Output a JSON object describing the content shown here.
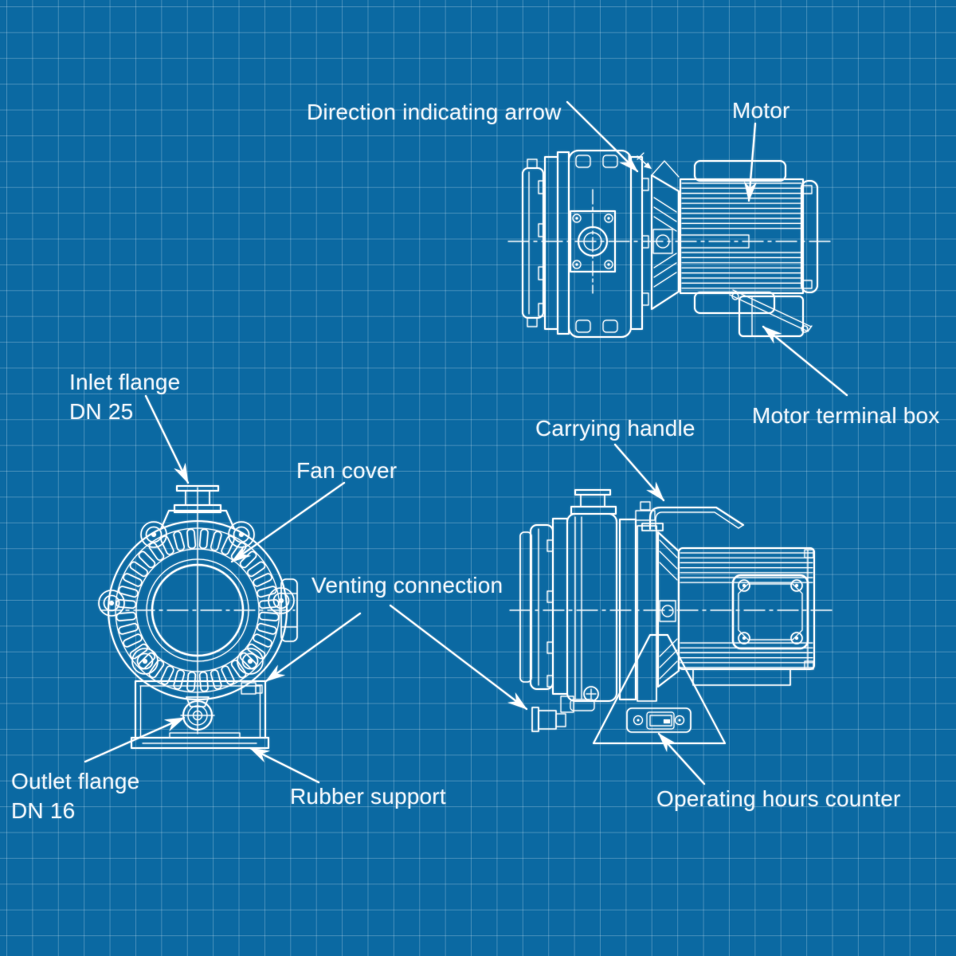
{
  "canvas": {
    "background": "#0b69a2",
    "grid_color": "rgba(222,238,248,0.28)",
    "line_color": "#ffffff",
    "text_color": "#edf4fa"
  },
  "diagram": {
    "kind": "blueprint technical drawing of a vacuum pump with motor, three views",
    "views": [
      "top view of pump and motor",
      "front view of fan cover end",
      "side view with stand and counter"
    ]
  },
  "labels": {
    "direction_indicating_arrow": "Direction indicating arrow",
    "motor": "Motor",
    "motor_terminal_box": "Motor terminal box",
    "inlet_flange_line1": "Inlet flange",
    "inlet_flange_line2": "DN 25",
    "fan_cover": "Fan cover",
    "venting_connection": "Venting connection",
    "carrying_handle": "Carrying handle",
    "outlet_flange_line1": "Outlet flange",
    "outlet_flange_line2": "DN 16",
    "rubber_support": "Rubber support",
    "operating_hours_counter": "Operating hours counter"
  }
}
